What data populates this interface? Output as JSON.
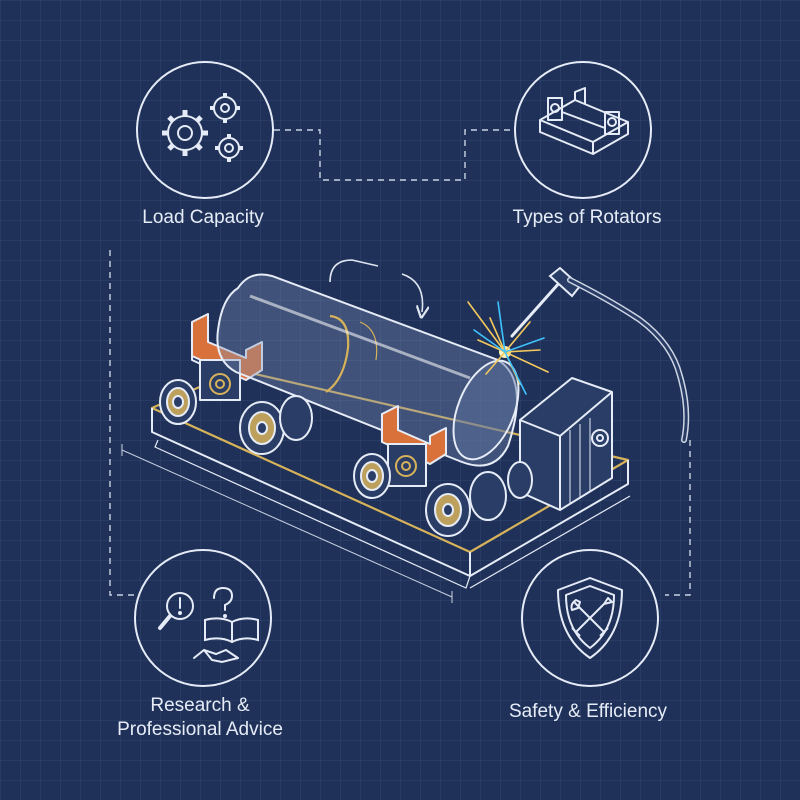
{
  "labels": {
    "load_capacity": "Load Capacity",
    "types_of_rotators": "Types of Rotators",
    "research_line1": "Research &",
    "research_line2": "Professional Advice",
    "safety_efficiency": "Safety & Efficiency"
  },
  "icons": {
    "load_capacity": "gears-icon",
    "types_of_rotators": "rotator-frame-icon",
    "research": "magnifier-book-handshake-icon",
    "safety": "shield-tools-icon"
  },
  "colors": {
    "background": "#1f3158",
    "line": "#dfe6f2",
    "accent_orange": "#d9723a",
    "accent_gold": "#d6b25a",
    "spark_blue": "#3fc3ff"
  }
}
